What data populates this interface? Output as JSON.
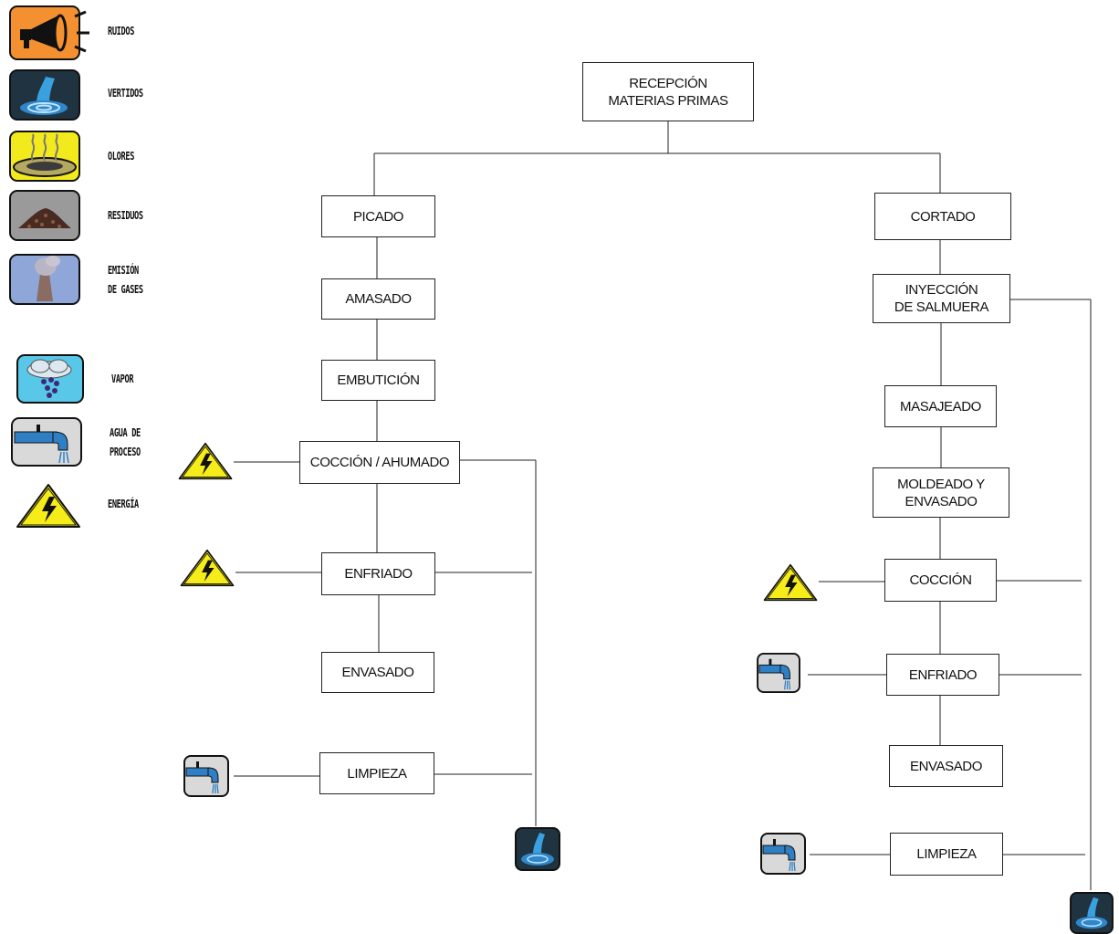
{
  "legend": [
    {
      "label": "RUIDOS",
      "icon": "ruidos-icon",
      "color": "#f4902f"
    },
    {
      "label": "VERTIDOS",
      "icon": "vertidos-icon",
      "color": "#1f3340"
    },
    {
      "label": "OLORES",
      "icon": "olores-icon",
      "color": "#f2ea1c"
    },
    {
      "label": "RESIDUOS",
      "icon": "residuos-icon",
      "color": "#9a9a9a"
    },
    {
      "label": "EMISIÓN\nDE GASES",
      "icon": "emision-gases-icon",
      "color": "#8ea6d8"
    },
    {
      "label": "VAPOR",
      "icon": "vapor-icon",
      "color": "#59c7e8"
    },
    {
      "label": "AGUA DE\nPROCESO",
      "icon": "agua-proceso-icon",
      "color": "#d9d9d9"
    },
    {
      "label": "ENERGÍA",
      "icon": "energia-icon",
      "color": "#f5ec1a"
    }
  ],
  "diagram": {
    "root": "RECEPCIÓN\nMATERIAS PRIMAS",
    "left_branch": [
      "PICADO",
      "AMASADO",
      "EMBUTICIÓN",
      "COCCIÓN / AHUMADO",
      "ENFRIADO",
      "ENVASADO",
      "LIMPIEZA"
    ],
    "right_branch": [
      "CORTADO",
      "INYECCIÓN\nDE SALMUERA",
      "MASAJEADO",
      "MOLDEADO Y\nENVASADO",
      "COCCIÓN",
      "ENFRIADO",
      "ENVASADO",
      "LIMPIEZA"
    ]
  },
  "colors": {
    "line": "#222222",
    "energy": "#f5ec1a",
    "water": "#2f7fc4",
    "dark_panel": "#1f3340"
  }
}
